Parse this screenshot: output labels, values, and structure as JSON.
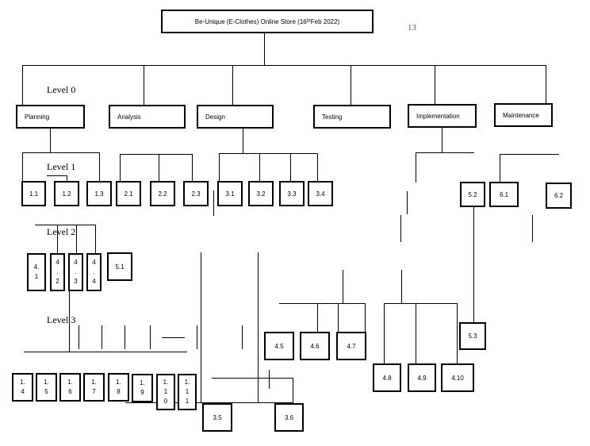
{
  "title": {
    "prefix": "Be-Unique  (E-Clothes)  Online Store (16",
    "sup": "th",
    "suffix": " Feb 2022)"
  },
  "page_number": "13",
  "levels": [
    "Level 0",
    "Level 1",
    "Level 2",
    "Level 3"
  ],
  "level0": [
    "Planning",
    "Analysis",
    "Design",
    "Testing",
    "Implementation",
    "Maintenance"
  ],
  "level1": [
    "1.1",
    "1.2",
    "1.3",
    "2.1",
    "2.2",
    "2.3",
    "3.1",
    "3.2",
    "3.3",
    "3.4",
    "5.2",
    "6.1",
    "6.2"
  ],
  "level2": [
    "4.\n1",
    "4\n.\n2",
    "4\n.\n3",
    "4\n.\n4",
    "5.1"
  ],
  "level3": [
    "4.5",
    "4.6",
    "4.7",
    "5.3",
    "4.8",
    "4.9",
    "4.10"
  ],
  "level4": [
    "1.\n4",
    "1.\n5",
    "1.\n6",
    "1.\n7",
    "1.\n8",
    "1.\n9",
    "1.\n1\n0",
    "1.\n1\n1",
    "3.5",
    "3.6"
  ]
}
